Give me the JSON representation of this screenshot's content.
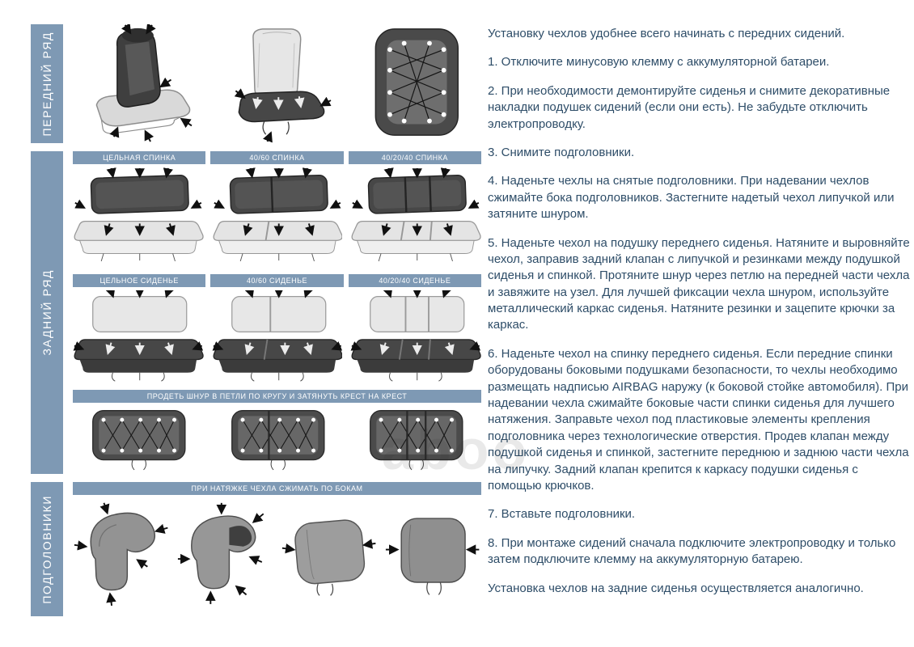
{
  "colors": {
    "accent": "#7E99B4",
    "text": "#2E4D68"
  },
  "sections": {
    "front_row": "ПЕРЕДНИЙ РЯД",
    "rear_row": "ЗАДНИЙ РЯД",
    "headrests": "ПОДГОЛОВНИКИ"
  },
  "headers": {
    "backrest": [
      "ЦЕЛЬНАЯ СПИНКА",
      "40/60 СПИНКА",
      "40/20/40 СПИНКА"
    ],
    "cushion": [
      "ЦЕЛЬНОЕ СИДЕНЬЕ",
      "40/60 СИДЕНЬЕ",
      "40/20/40 СИДЕНЬЕ"
    ]
  },
  "banners": {
    "lace": "ПРОДЕТЬ ШНУР В ПЕТЛИ ПО КРУГУ И ЗАТЯНУТЬ КРЕСТ НА КРЕСТ",
    "squeeze": "ПРИ НАТЯЖКЕ ЧЕХЛА СЖИМАТЬ ПО БОКАМ"
  },
  "watermark": "aboo",
  "instructions": {
    "paragraphs": [
      "Установку чехлов удобнее всего начинать с передних сидений.",
      "1. Отключите минусовую клемму с аккумуляторной батареи.",
      "2. При необходимости демонтируйте сиденья и снимите декоративные накладки подушек сидений (если они есть). Не забудьте отключить электропроводку.",
      "3. Снимите подголовники.",
      "4. Наденьте чехлы на снятые подголовники. При надевании чехлов сжимайте бока подголовников. Застегните надетый чехол липучкой или затяните шнуром.",
      "5. Наденьте чехол на подушку переднего сиденья. Натяните и выровняйте чехол, заправив задний клапан с липучкой и резинками между подушкой сиденья и спинкой. Протяните шнур через петлю на передней части чехла и завяжите на узел. Для лучшей фиксации чехла шнуром, используйте металлический каркас сиденья. Натяните резинки и зацепите крючки за каркас.",
      "6. Наденьте чехол на спинку переднего сиденья. Если передние спинки оборудованы боковыми подушками безопасности, то чехлы необходимо размещать надписью AIRBAG наружу (к боковой стойке автомобиля). При надевании чехла сжимайте боковые части спинки сиденья для лучшего натяжения. Заправьте чехол под пластиковые элементы крепления подголовника через технологические отверстия. Продев клапан между подушкой сиденья и спинкой, застегните переднюю и заднюю части чехла на липучку. Задний клапан крепится к каркасу подушки сиденья с помощью крючков.",
      "7. Вставьте подголовники.",
      "8. При монтаже сидений сначала подключите электропроводку и только затем подключите клемму на аккумуляторную батарею.",
      "Установка чехлов на задние сиденья осуществляется аналогично."
    ]
  }
}
